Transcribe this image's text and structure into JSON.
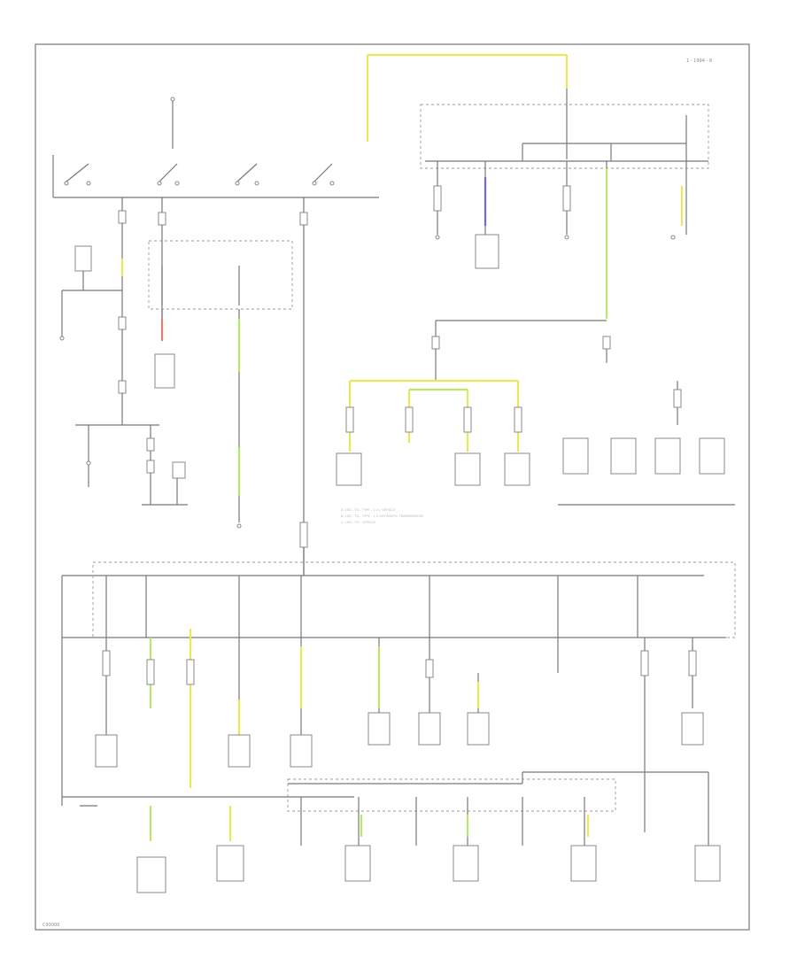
{
  "page_label": "1 - 1994 - 6",
  "footer_label": "C93000",
  "wire_colors": {
    "yellow": "#e8e85a",
    "green": "#b8e86a",
    "blue": "#6a6ae0",
    "red": "#e87a7a",
    "gray": "#777777"
  },
  "notes": {
    "line1": "A. LSD - TG - TYPE - 1.4 L VEHICLE",
    "line2": "B. LSD - TG - TYPE - 1.3 AUTOMATIC TRANSMISSION",
    "line3": "C. LSD - TG - VEHICLE"
  }
}
